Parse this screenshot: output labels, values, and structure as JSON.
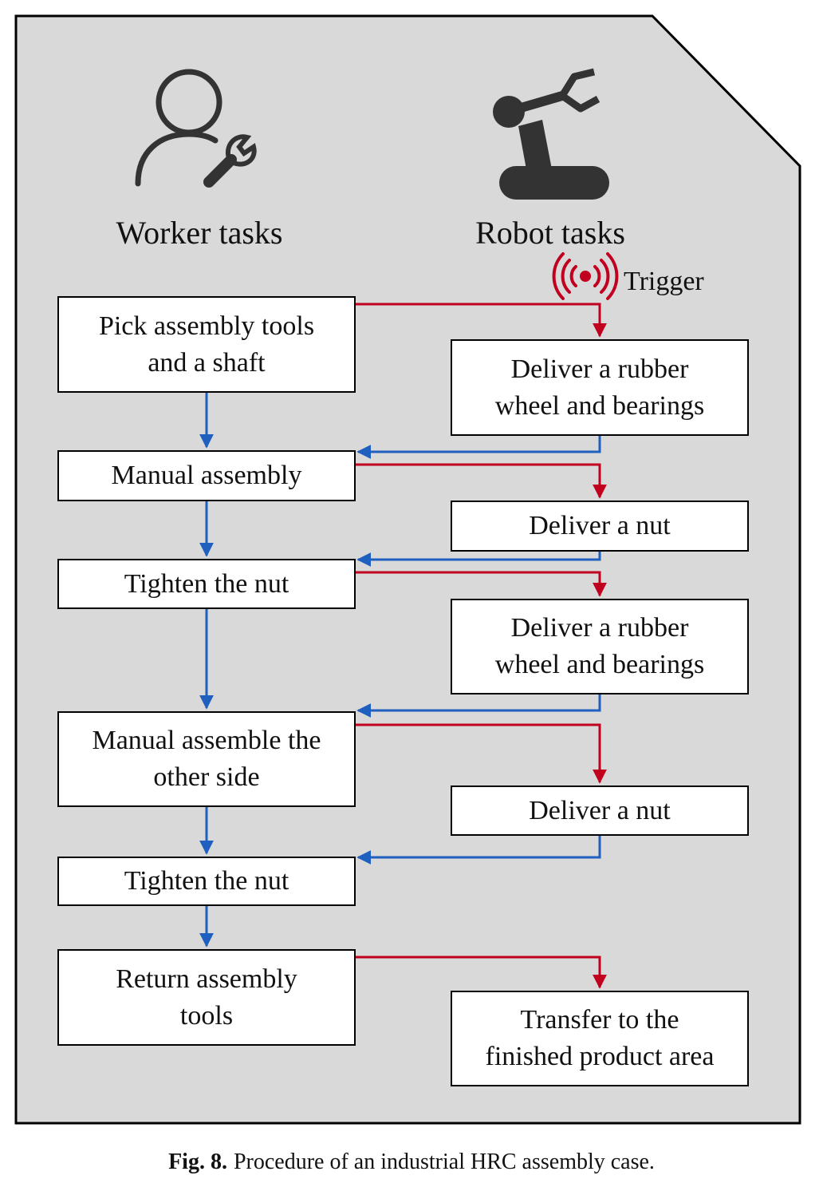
{
  "lanes": {
    "worker_title": "Worker tasks",
    "robot_title": "Robot tasks"
  },
  "trigger": {
    "label": "Trigger",
    "icon": "wireless-signal-icon",
    "color": "#c0001e"
  },
  "colors": {
    "background_panel": "#d9d9d9",
    "worker_flow": "#1f5fbf",
    "robot_flow": "#c0001e"
  },
  "worker_steps": [
    "Pick assembly tools\nand a shaft",
    "Manual assembly",
    "Tighten the nut",
    "Manual assemble the\nother side",
    "Tighten the nut",
    "Return assembly\ntools"
  ],
  "robot_steps": [
    "Deliver a rubber\nwheel and bearings",
    "Deliver a nut",
    "Deliver a rubber\nwheel and bearings",
    "Deliver a nut",
    "Transfer to the\nfinished product area"
  ],
  "caption": {
    "label": "Fig. 8.",
    "text": "Procedure of an industrial HRC assembly case."
  }
}
